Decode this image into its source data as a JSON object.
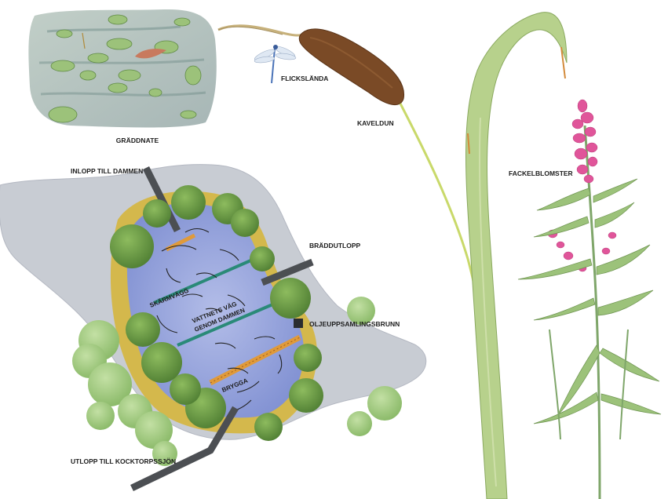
{
  "labels": {
    "graddnate": "GRÄDDNATE",
    "flickslanda": "FLICKSLÄNDA",
    "kaveldun": "KAVELDUN",
    "fackelblomster": "FACKELBLOMSTER",
    "inlopp": "INLOPP TILL DAMMEN",
    "braddutlopp": "BRÄDDUTLOPP",
    "skarmvagg": "SKÄRMVÄGG",
    "vattnets_vag_1": "VATTNETS VÄG",
    "vattnets_vag_2": "GENOM DAMMEN",
    "oljeuppsamling": "OLJEUPPSAMLINGSBRUNN",
    "brygga": "BRYGGA",
    "utlopp": "UTLOPP TILL KOCKTORPSSJÖN"
  },
  "colors": {
    "water": "#9aa8de",
    "land": "#c9ccd3",
    "rim": "#d3b649",
    "bush": "#6f9d4a",
    "bush_light": "#a9cc86",
    "wall": "#2a8a78",
    "dock": "#e09a3a",
    "pipe": "#4c4f53",
    "flower": "#e0559a",
    "leaf": "#8bb36a",
    "cattail": "#7a4a26"
  }
}
